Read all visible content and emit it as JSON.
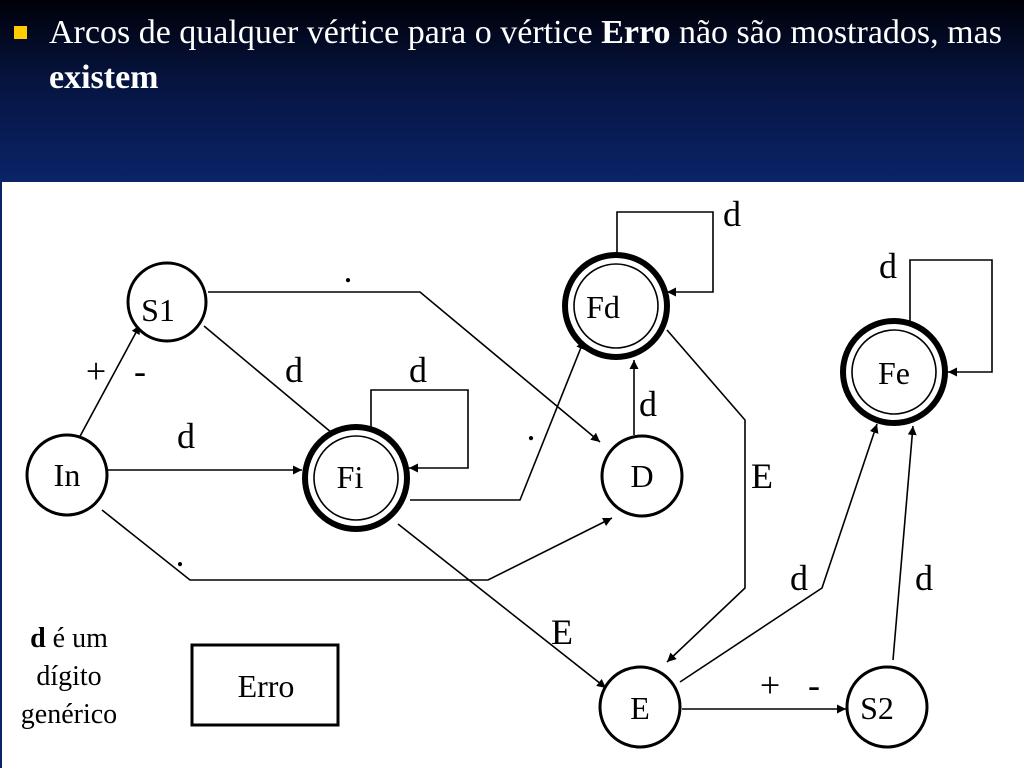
{
  "slide": {
    "bullet": {
      "part1": "Arcos de qualquer vértice para o vértice ",
      "bold1": "Erro",
      "part2": " não são mostrados, mas ",
      "bold2": "existem"
    },
    "note": {
      "bold": "d",
      "line1_rest": " é um",
      "line2": "dígito",
      "line3": "genérico"
    }
  },
  "diagram": {
    "states": {
      "in": "In",
      "s1": "S1",
      "fi": "Fi",
      "fd": "Fd",
      "d": "D",
      "fe": "Fe",
      "e": "E",
      "s2": "S2",
      "erro": "Erro"
    },
    "edge_labels": {
      "plus_s1": "+",
      "minus_s1": "-",
      "d_in_fi": "d",
      "d_s1_fi": "d",
      "d_fi_loop": "d",
      "dot_s1_d": ".",
      "dot_fi_fd": ".",
      "dot_in_d": ".",
      "d_fd_loop": "d",
      "d_d_fd": "d",
      "e_fd_e": "E",
      "e_fi_e": "E",
      "d_fe_loop": "d",
      "d_e_fe": "d",
      "d_s2_fe": "d",
      "plus_s2": "+",
      "minus_s2": "-"
    }
  }
}
